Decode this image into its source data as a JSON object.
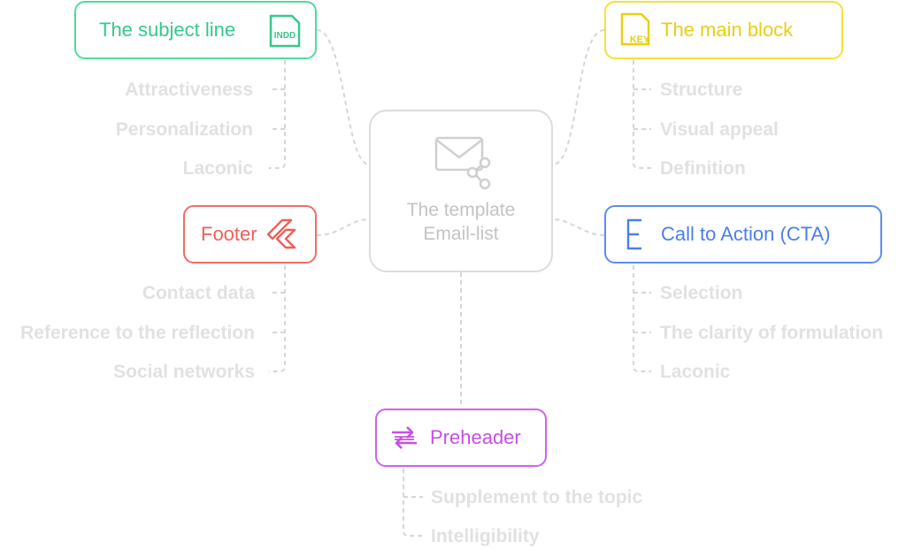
{
  "center": {
    "title_line1": "The template",
    "title_line2": "Email-list",
    "icon": "email-share-icon"
  },
  "colors": {
    "green": "#4fdc9a",
    "yellow": "#f4e13a",
    "red": "#f06d67",
    "blue": "#5b8def",
    "purple": "#cf63ea",
    "muted": "#e1e1e1",
    "wire": "#d6d6d6"
  },
  "subject": {
    "label": "The subject line",
    "icon_text": "INDD",
    "items": [
      "Attractiveness",
      "Personalization",
      "Laconic"
    ]
  },
  "main_block": {
    "label": "The main block",
    "icon_text": "KEY",
    "items": [
      "Structure",
      "Visual appeal",
      "Definition"
    ]
  },
  "footer": {
    "label": "Footer",
    "icon": "flutter-icon",
    "items": [
      "Contact data",
      "Reference to the reflection",
      "Social networks"
    ]
  },
  "cta": {
    "label": "Call to Action (CTA)",
    "icon": "e-letter-icon",
    "items": [
      "Selection",
      "The clarity of formulation",
      "Laconic"
    ]
  },
  "preheader": {
    "label": "Preheader",
    "icon": "swap-arrows-icon",
    "items": [
      "Supplement to the topic",
      "Intelligibility"
    ]
  }
}
